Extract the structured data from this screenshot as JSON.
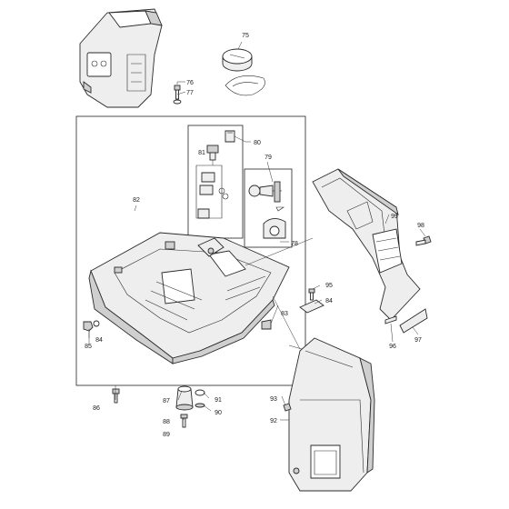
{
  "diagram": {
    "colors": {
      "line": "#2a2a2a",
      "fill": "#eeeeee",
      "shade": "#cfcfcf",
      "background": "#ffffff"
    },
    "labels": [
      {
        "id": "75",
        "text": "75"
      },
      {
        "id": "76",
        "text": "76"
      },
      {
        "id": "77",
        "text": "77"
      },
      {
        "id": "78",
        "text": "78"
      },
      {
        "id": "79",
        "text": "79"
      },
      {
        "id": "80",
        "text": "80"
      },
      {
        "id": "81",
        "text": "81"
      },
      {
        "id": "82",
        "text": "82"
      },
      {
        "id": "83",
        "text": "83"
      },
      {
        "id": "84a",
        "text": "84"
      },
      {
        "id": "84b",
        "text": "84"
      },
      {
        "id": "85",
        "text": "85"
      },
      {
        "id": "86",
        "text": "86"
      },
      {
        "id": "87",
        "text": "87"
      },
      {
        "id": "88",
        "text": "88"
      },
      {
        "id": "89",
        "text": "89"
      },
      {
        "id": "90",
        "text": "90"
      },
      {
        "id": "91",
        "text": "91"
      },
      {
        "id": "92",
        "text": "92"
      },
      {
        "id": "93",
        "text": "93"
      },
      {
        "id": "95",
        "text": "95"
      },
      {
        "id": "96",
        "text": "96"
      },
      {
        "id": "97",
        "text": "97"
      },
      {
        "id": "98",
        "text": "98"
      },
      {
        "id": "99",
        "text": "99"
      }
    ]
  }
}
